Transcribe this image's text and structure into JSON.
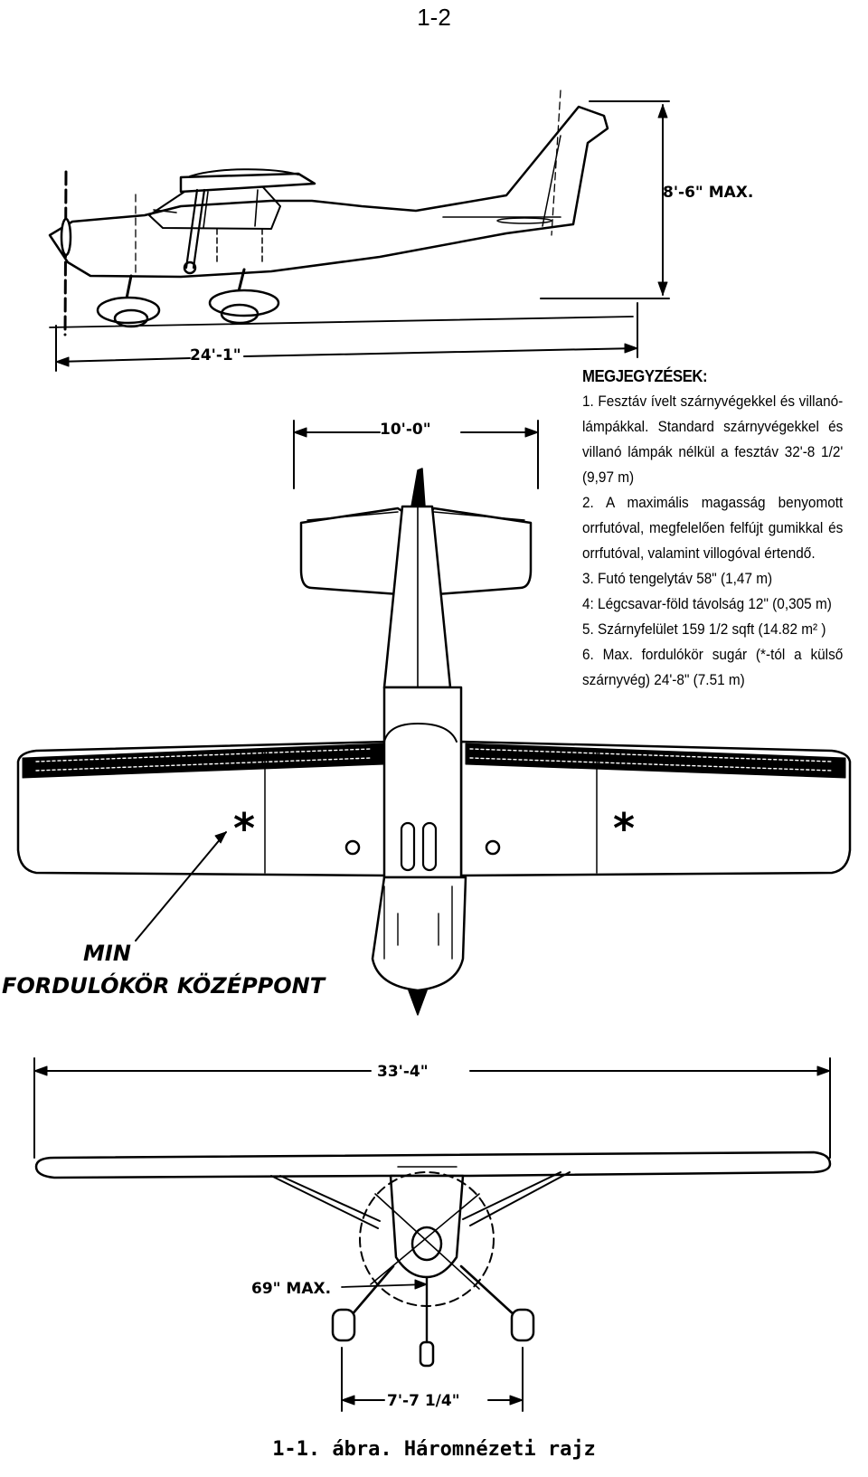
{
  "page_number": "1-2",
  "side_view": {
    "height_label": "8'-6\" MAX.",
    "length_label": "24'-1\""
  },
  "top_view": {
    "tail_span_label": "10'-0\"",
    "pivot_marker": "*",
    "pivot_label_line1": "MIN",
    "pivot_label_line2": "FORDULÓKÖR KÖZÉPPONT"
  },
  "front_view": {
    "span_label": "33'-4\"",
    "prop_clearance_label": "69\" MAX.",
    "track_label": "7'-7 1/4\""
  },
  "notes": {
    "title": "MEGJEGYZÉSEK:",
    "items": [
      "1. Fesztáv ívelt szárnyvégekkel és villanó-lámpákkal. Standard szárnyvégekkel és villanó lámpák nélkül a fesztáv 32'-8 1/2' (9,97 m)",
      "2. A maximális magasság benyomott orrfutóval, megfelelően felfújt gumikkal és orrfutóval, valamint villogóval értendő.",
      "3. Futó tengelytáv 58\" (1,47 m)",
      "4: Légcsavar-föld távolság 12\" (0,305 m)",
      "5. Szárnyfelület 159 1/2 sqft (14.82 m² )",
      "6. Max. fordulókör sugár (*-tól a külső szárnyvég) 24'-8\" (7.51 m)"
    ]
  },
  "caption": "1-1. ábra. Háromnézeti rajz"
}
